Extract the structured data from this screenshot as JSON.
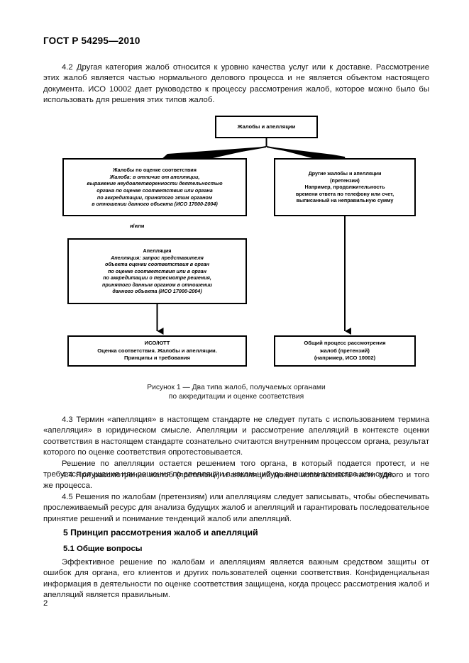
{
  "document": {
    "standard_header": "ГОСТ Р 54295—2010",
    "page_number": "2"
  },
  "paragraphs": {
    "p_4_2": "4.2 Другая категория жалоб относится к уровню качества услуг или к доставке. Рассмотрение этих жалоб является частью нормального делового процесса и не является объектом настоящего документа. ИСО 10002 дает руководство к процессу рассмотрения жалоб, которое можно было бы использовать для решения этих типов жалоб.",
    "p_4_3": "4.3 Термин «апелляция» в настоящем стандарте не следует путать с использованием термина «апелляция» в юридическом смысле. Апелляции и рассмотрение апелляций в контексте оценки соответствия в настоящем стандарте сознательно считаются внутренним процессом органа, результат которого по оценке соответствия опротестовывается.",
    "p_4_3b": "Решение по апелляции остается решением того органа, в который подается протест, и не требуется слушания или решения по апелляции в каком-нибудь внешнем агентстве или суде.",
    "p_4_4": "4.4 При рассмотрении жалоб (претензий) и апелляций можно использовать части одного и того же процесса.",
    "p_4_5": "4.5 Решения по жалобам (претензиям) или апелляциям следует записывать, чтобы обеспечивать прослеживаемый ресурс для анализа будущих жалоб и апелляций и гарантировать последовательное принятие решений и понимание тенденций жалоб или апелляций.",
    "p_5_1_body": "Эффективное решение по жалобам и апелляциям является важным средством защиты от ошибок для органа, его клиентов и других пользователей оценки соответствия. Конфиденциальная информация в деятельности по оценке соответствия защищена, когда процесс рассмотрения жалоб и апелляций является правильным."
  },
  "headings": {
    "section_5": "5 Принцип рассмотрения жалоб и апелляций",
    "section_5_1": "5.1 Общие вопросы"
  },
  "figure": {
    "caption_line1": "Рисунок 1 — Два типа жалоб, получаемых органами",
    "caption_line2": "по аккредитации и оценке соответствия",
    "or_connector": "и/или",
    "nodes": {
      "root": {
        "title": "Жалобы и апелляции"
      },
      "assessment_complaints": {
        "l1": "Жалобы по оценке соответствия",
        "l2": "Жалоба: в отличие от апелляции,",
        "l3": "выражение неудовлетворенности деятельностью",
        "l4": "органа по оценке соответствия или органа",
        "l5": "по аккредитации, принятого этим органом",
        "l6": "в отношении данного объекта (ИСО 17000-2004)"
      },
      "other_complaints": {
        "l1": "Другие жалобы и апелляции",
        "l2": "(претензии)",
        "l3": "Например, продолжительность",
        "l4": "времени ответа по телефону или счет,",
        "l5": "выписанный на неправильную сумму"
      },
      "appeal": {
        "l1": "Апелляция",
        "l2": "Апелляция: запрос представителя",
        "l3": "объекта оценки соответствия в орган",
        "l4": "по оценке соответствия или в орган",
        "l5": "по аккредитации о пересмотре решения,",
        "l6": "принятого данным органом в отношении",
        "l7": "данного объекта (ИСО 17000-2004)"
      },
      "iso_iec": {
        "l1": "ИСО/ЮТТ",
        "l2": "Оценка соответствия. Жалобы и апелляции.",
        "l3": "Принципы и требования"
      },
      "general_process": {
        "l1": "Общий процесс рассмотрения",
        "l2": "жалоб (претензий)",
        "l3": "(например, ИСО 10002)"
      }
    }
  }
}
